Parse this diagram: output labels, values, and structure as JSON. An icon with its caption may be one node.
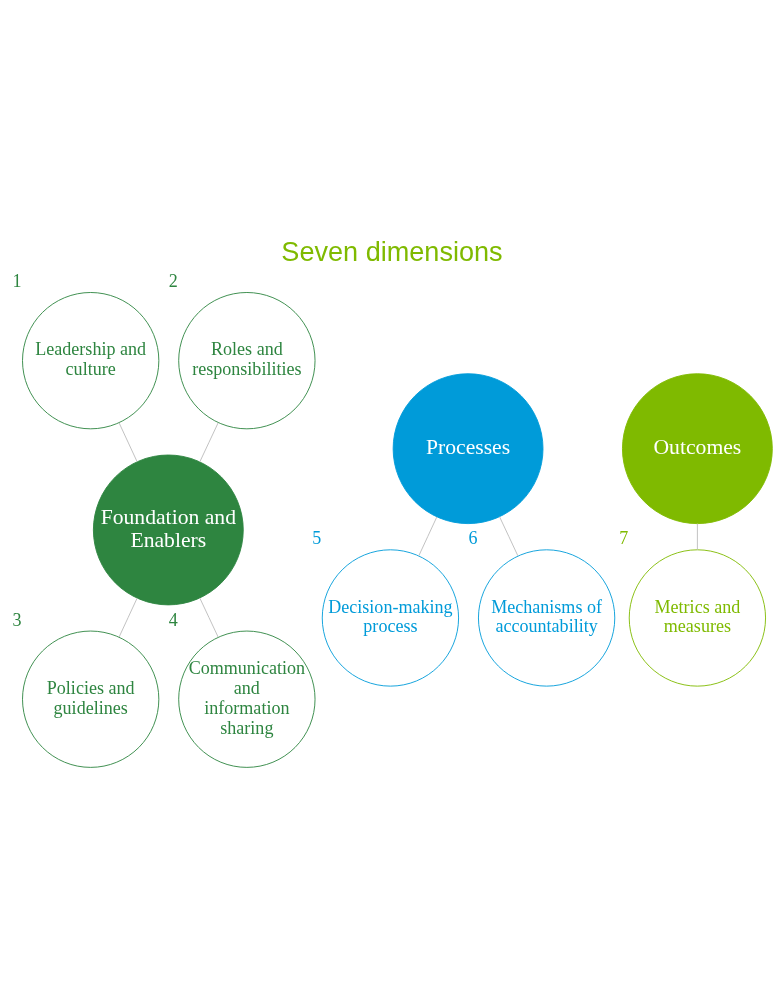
{
  "diagram": {
    "title": "Seven dimensions",
    "nodes": [
      {
        "text": [
          "Leadership and culture"
        ],
        "beside": [
          "1"
        ]
      },
      {
        "text": [
          "Foundation and Enablers"
        ]
      },
      {
        "text": [
          "Roles and responsibilities"
        ],
        "beside": [
          "2"
        ]
      },
      {
        "text": [
          "Policies and guidelines"
        ],
        "beside": [
          "3"
        ]
      },
      {
        "text": [
          "Communication and information sharing"
        ],
        "beside": [
          "4"
        ]
      },
      {
        "text": [
          "Processes"
        ]
      },
      {
        "text": [
          "Decision-making process"
        ],
        "beside": [
          "5"
        ]
      },
      {
        "text": [
          "Mechanisms of accountability"
        ],
        "beside": [
          "6"
        ]
      },
      {
        "text": [
          "Outcomes"
        ]
      },
      {
        "text": [
          "Metrics and measures"
        ],
        "beside": [
          "7"
        ]
      }
    ],
    "edges": [
      {
        "from": 1,
        "to": 0,
        "arrow": "none"
      },
      {
        "from": 1,
        "to": 2,
        "arrow": "none"
      },
      {
        "from": 1,
        "to": 3,
        "arrow": "none"
      },
      {
        "from": 1,
        "to": 4,
        "arrow": "none"
      },
      {
        "from": 5,
        "to": 6,
        "arrow": "none"
      },
      {
        "from": 5,
        "to": 7,
        "arrow": "none"
      },
      {
        "from": 8,
        "to": 9,
        "arrow": "none"
      }
    ]
  }
}
